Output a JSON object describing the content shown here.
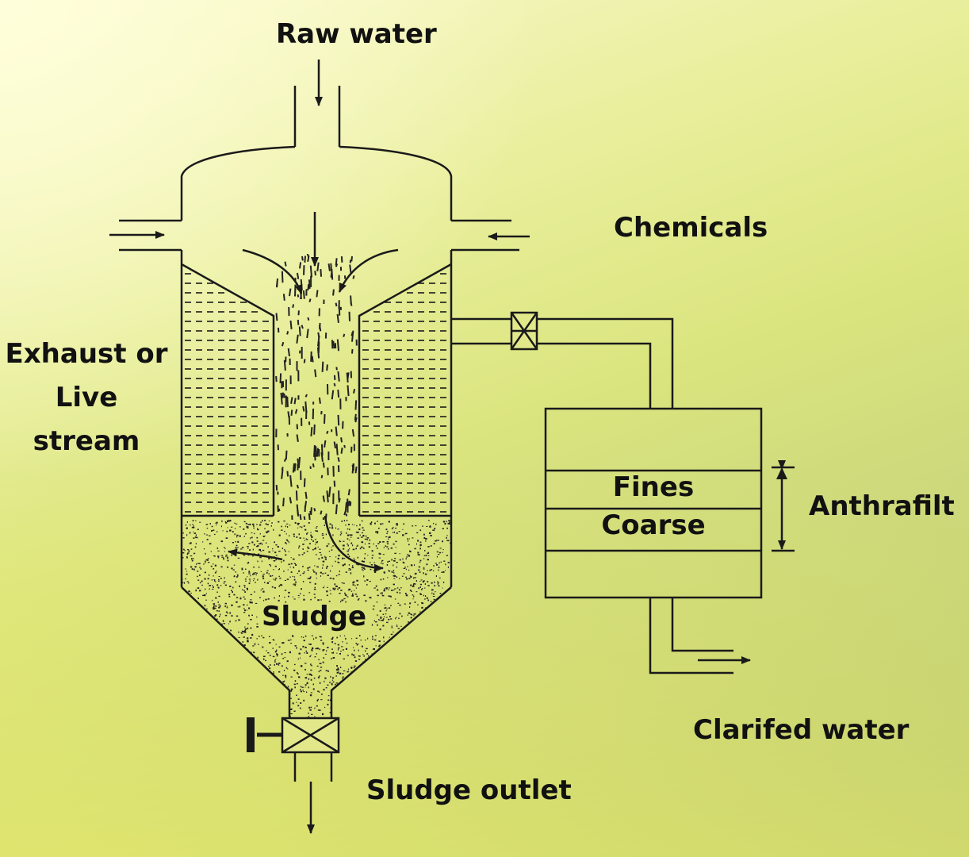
{
  "labels": {
    "raw_water": "Raw water",
    "chemicals": "Chemicals",
    "exhaust_line1": "Exhaust or",
    "exhaust_line2": "Live",
    "exhaust_line3": "stream",
    "fines": "Fines",
    "coarse": "Coarse",
    "anthrafilt": "Anthrafilt",
    "sludge": "Sludge",
    "clarified_water": "Clarifed water",
    "sludge_outlet": "Sludge outlet"
  },
  "colors": {
    "ink": "#1a1a1a",
    "background_top_left": "#fbf9cf",
    "background_main": "#dbe57f",
    "background_top_right": "#a9bd78"
  }
}
